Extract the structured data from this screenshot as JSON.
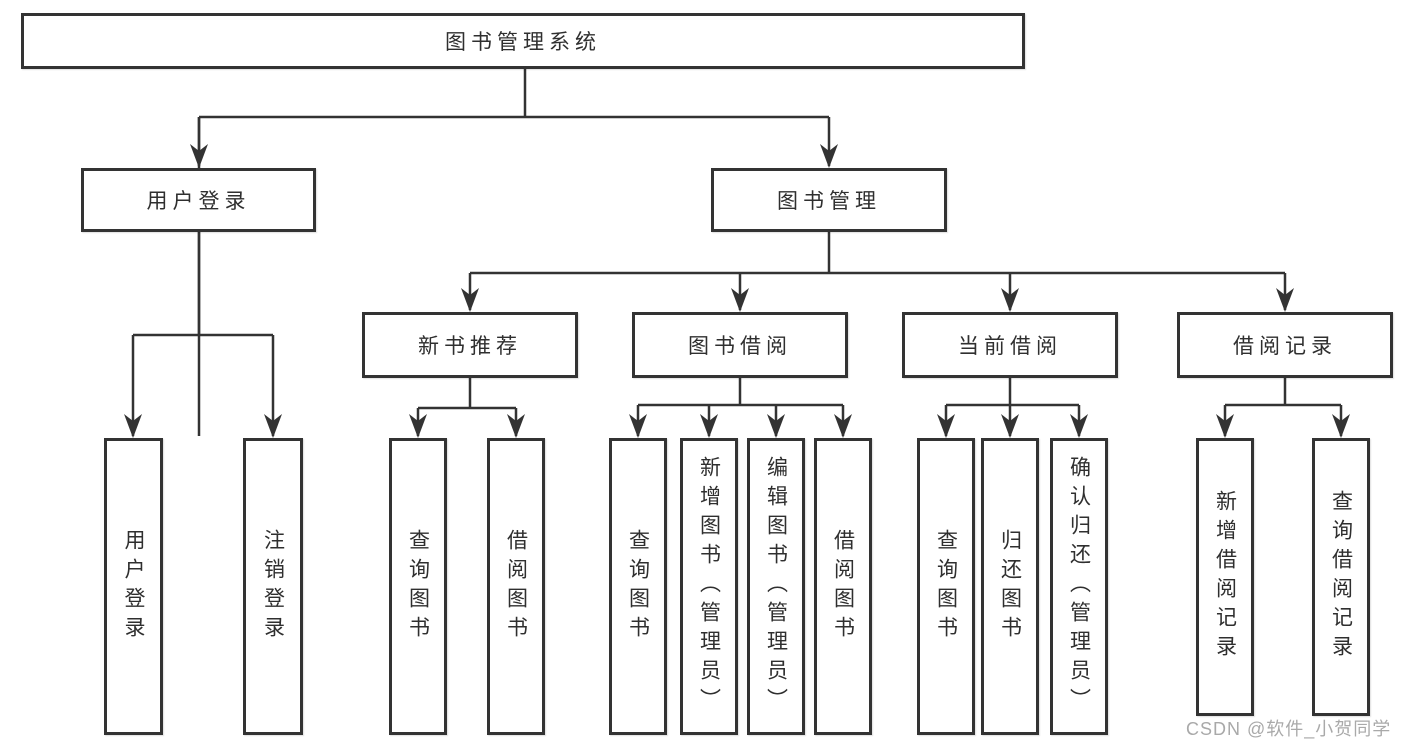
{
  "nodes": {
    "root": "图书管理系统",
    "user_login": "用户登录",
    "book_mgmt": "图书管理",
    "new_book": "新书推荐",
    "borrow": "图书借阅",
    "current": "当前借阅",
    "records": "借阅记录"
  },
  "leaves": {
    "user_login": [
      "用户登录",
      "注销登录"
    ],
    "new_book": [
      "查询图书",
      "借阅图书"
    ],
    "borrow": [
      "查询图书",
      "新增图书（管理员）",
      "编辑图书（管理员）",
      "借阅图书"
    ],
    "current": [
      "查询图书",
      "归还图书",
      "确认归还（管理员）"
    ],
    "records": [
      "新增借阅记录",
      "查询借阅记录"
    ]
  },
  "watermark": "CSDN @软件_小贺同学",
  "colors": {
    "line": "#333333",
    "box_border": "#333333",
    "box_fill": "#ffffff",
    "text": "#2f2f2f",
    "watermark": "#a9a9a9",
    "background": "#ffffff"
  }
}
